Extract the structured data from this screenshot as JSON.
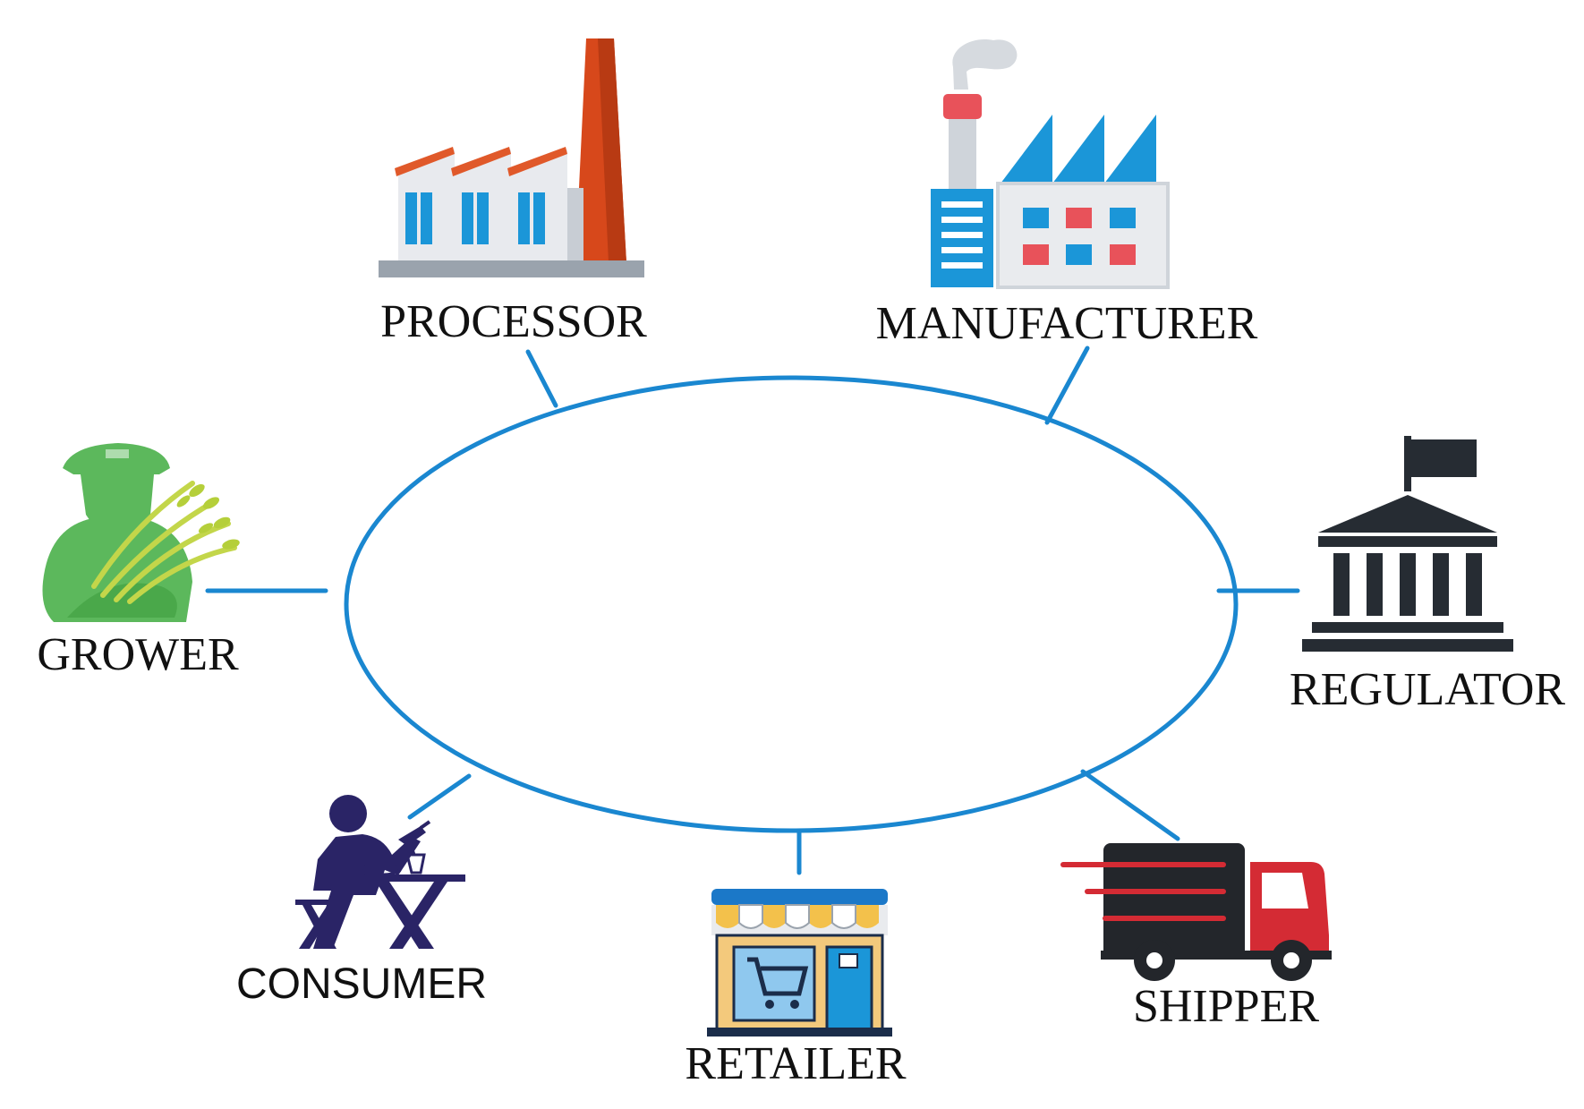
{
  "diagram": {
    "ring_color": "#1a87d0",
    "nodes": [
      {
        "id": "processor",
        "label": "PROCESSOR",
        "icon": "factory-smokestack-icon"
      },
      {
        "id": "manufacturer",
        "label": "MANUFACTURER",
        "icon": "manufacturing-plant-icon"
      },
      {
        "id": "grower",
        "label": "GROWER",
        "icon": "farmer-with-wheat-icon"
      },
      {
        "id": "regulator",
        "label": "REGULATOR",
        "icon": "government-building-icon"
      },
      {
        "id": "consumer",
        "label": "CONSUMER",
        "icon": "person-eating-icon"
      },
      {
        "id": "retailer",
        "label": "RETAILER",
        "icon": "storefront-cart-icon"
      },
      {
        "id": "shipper",
        "label": "SHIPPER",
        "icon": "delivery-truck-icon"
      }
    ]
  }
}
